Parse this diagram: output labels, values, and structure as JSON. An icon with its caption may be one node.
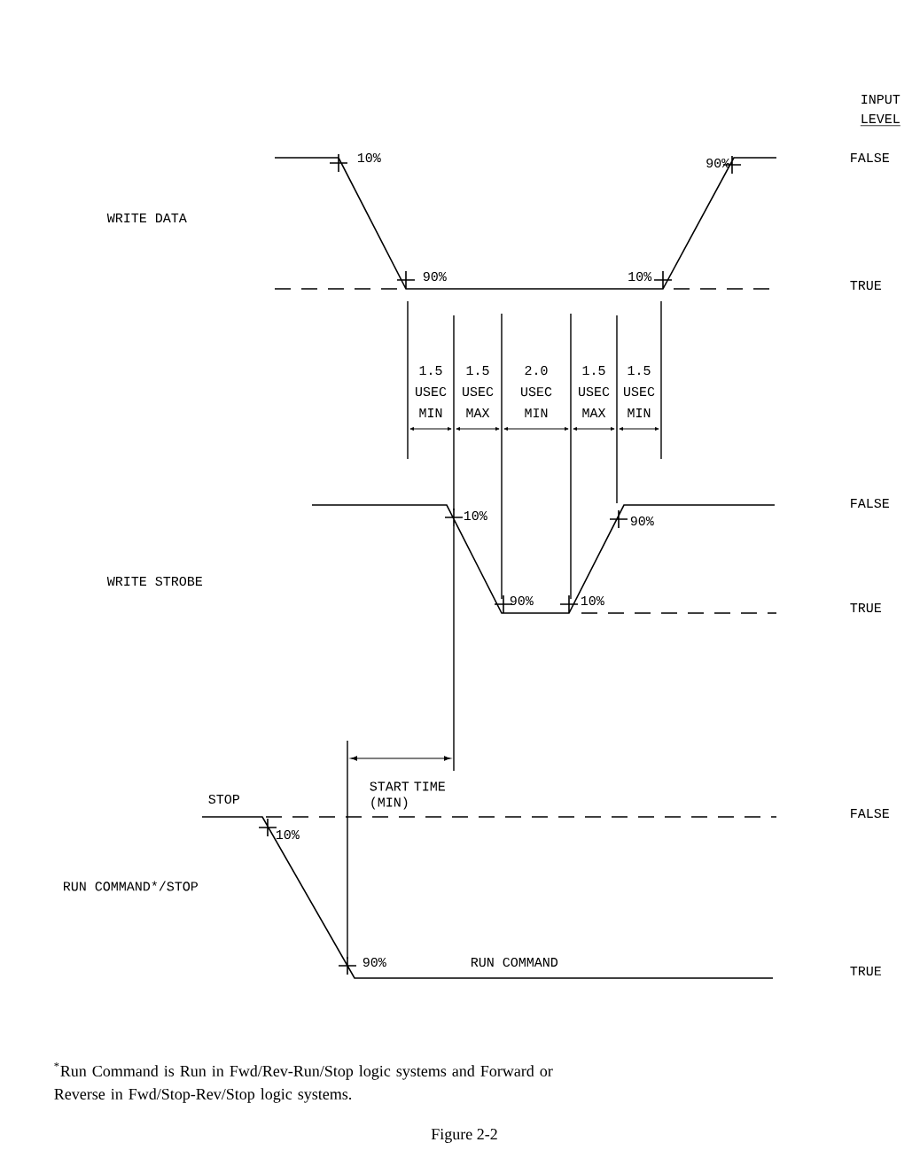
{
  "diagram": {
    "caption": "Figure 2-2",
    "labels": [
      "INPUT",
      "LEVEL",
      "10%",
      "90%",
      "FALSE",
      "WRITE DATA",
      "90%",
      "10%",
      "TRUE",
      "1.5 USEC MIN",
      "1.5 USEC MAX",
      "2.0 USEC MIN",
      "1.5 USEC MAX",
      "1.5 USEC MIN",
      "FALSE",
      "10%",
      "90%",
      "WRITE STROBE",
      "90%",
      "10%",
      "TRUE",
      "START TIME (MIN)",
      "STOP",
      "FALSE",
      "10%",
      "RUN COMMAND*/STOP",
      "90%",
      "RUN COMMAND",
      "TRUE",
      "$^{*}$Run Command is Run in Fwd/Rev-Run/Stop logic systems and Forward or Reverse in Fwd/Stop-Rev/Stop logic systems."
    ]
  }
}
